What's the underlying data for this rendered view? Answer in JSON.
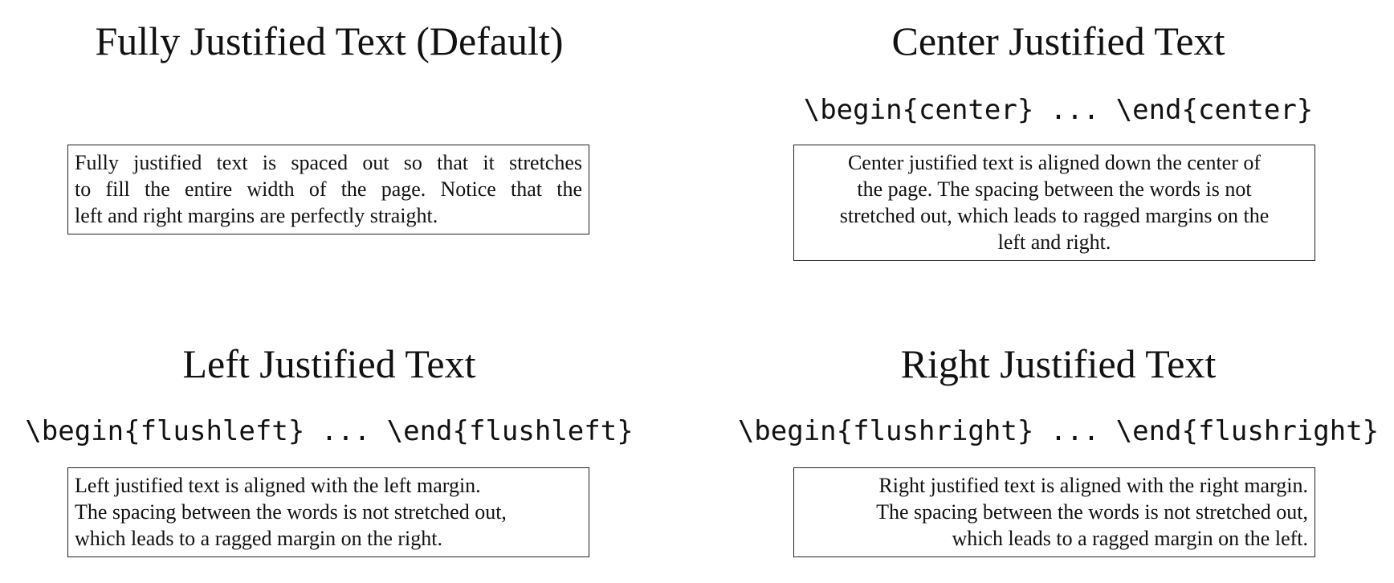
{
  "panels": {
    "full": {
      "title": "Fully Justified Text (Default)",
      "lines": [
        "Fully justified text is spaced out so that it stretches",
        "to fill the entire width of the page.  Notice that the",
        "left and right margins are perfectly straight."
      ]
    },
    "center": {
      "title": "Center Justified Text",
      "code": "\\begin{center} ... \\end{center}",
      "lines": [
        "Center justified text is aligned down the center of",
        "the page. The spacing between the words is not",
        "stretched out, which leads to ragged margins on the",
        "left and right."
      ]
    },
    "left": {
      "title": "Left Justified Text",
      "code": "\\begin{flushleft} ... \\end{flushleft}",
      "lines": [
        "Left justified text is aligned with the left margin.",
        "The spacing between the words is not stretched out,",
        "which leads to a ragged margin on the right."
      ]
    },
    "right": {
      "title": "Right Justified Text",
      "code": "\\begin{flushright} ... \\end{flushright}",
      "lines": [
        "Right justified text is aligned with the right margin.",
        "The spacing between the words is not stretched out,",
        "which leads to a ragged margin on the left."
      ]
    }
  }
}
